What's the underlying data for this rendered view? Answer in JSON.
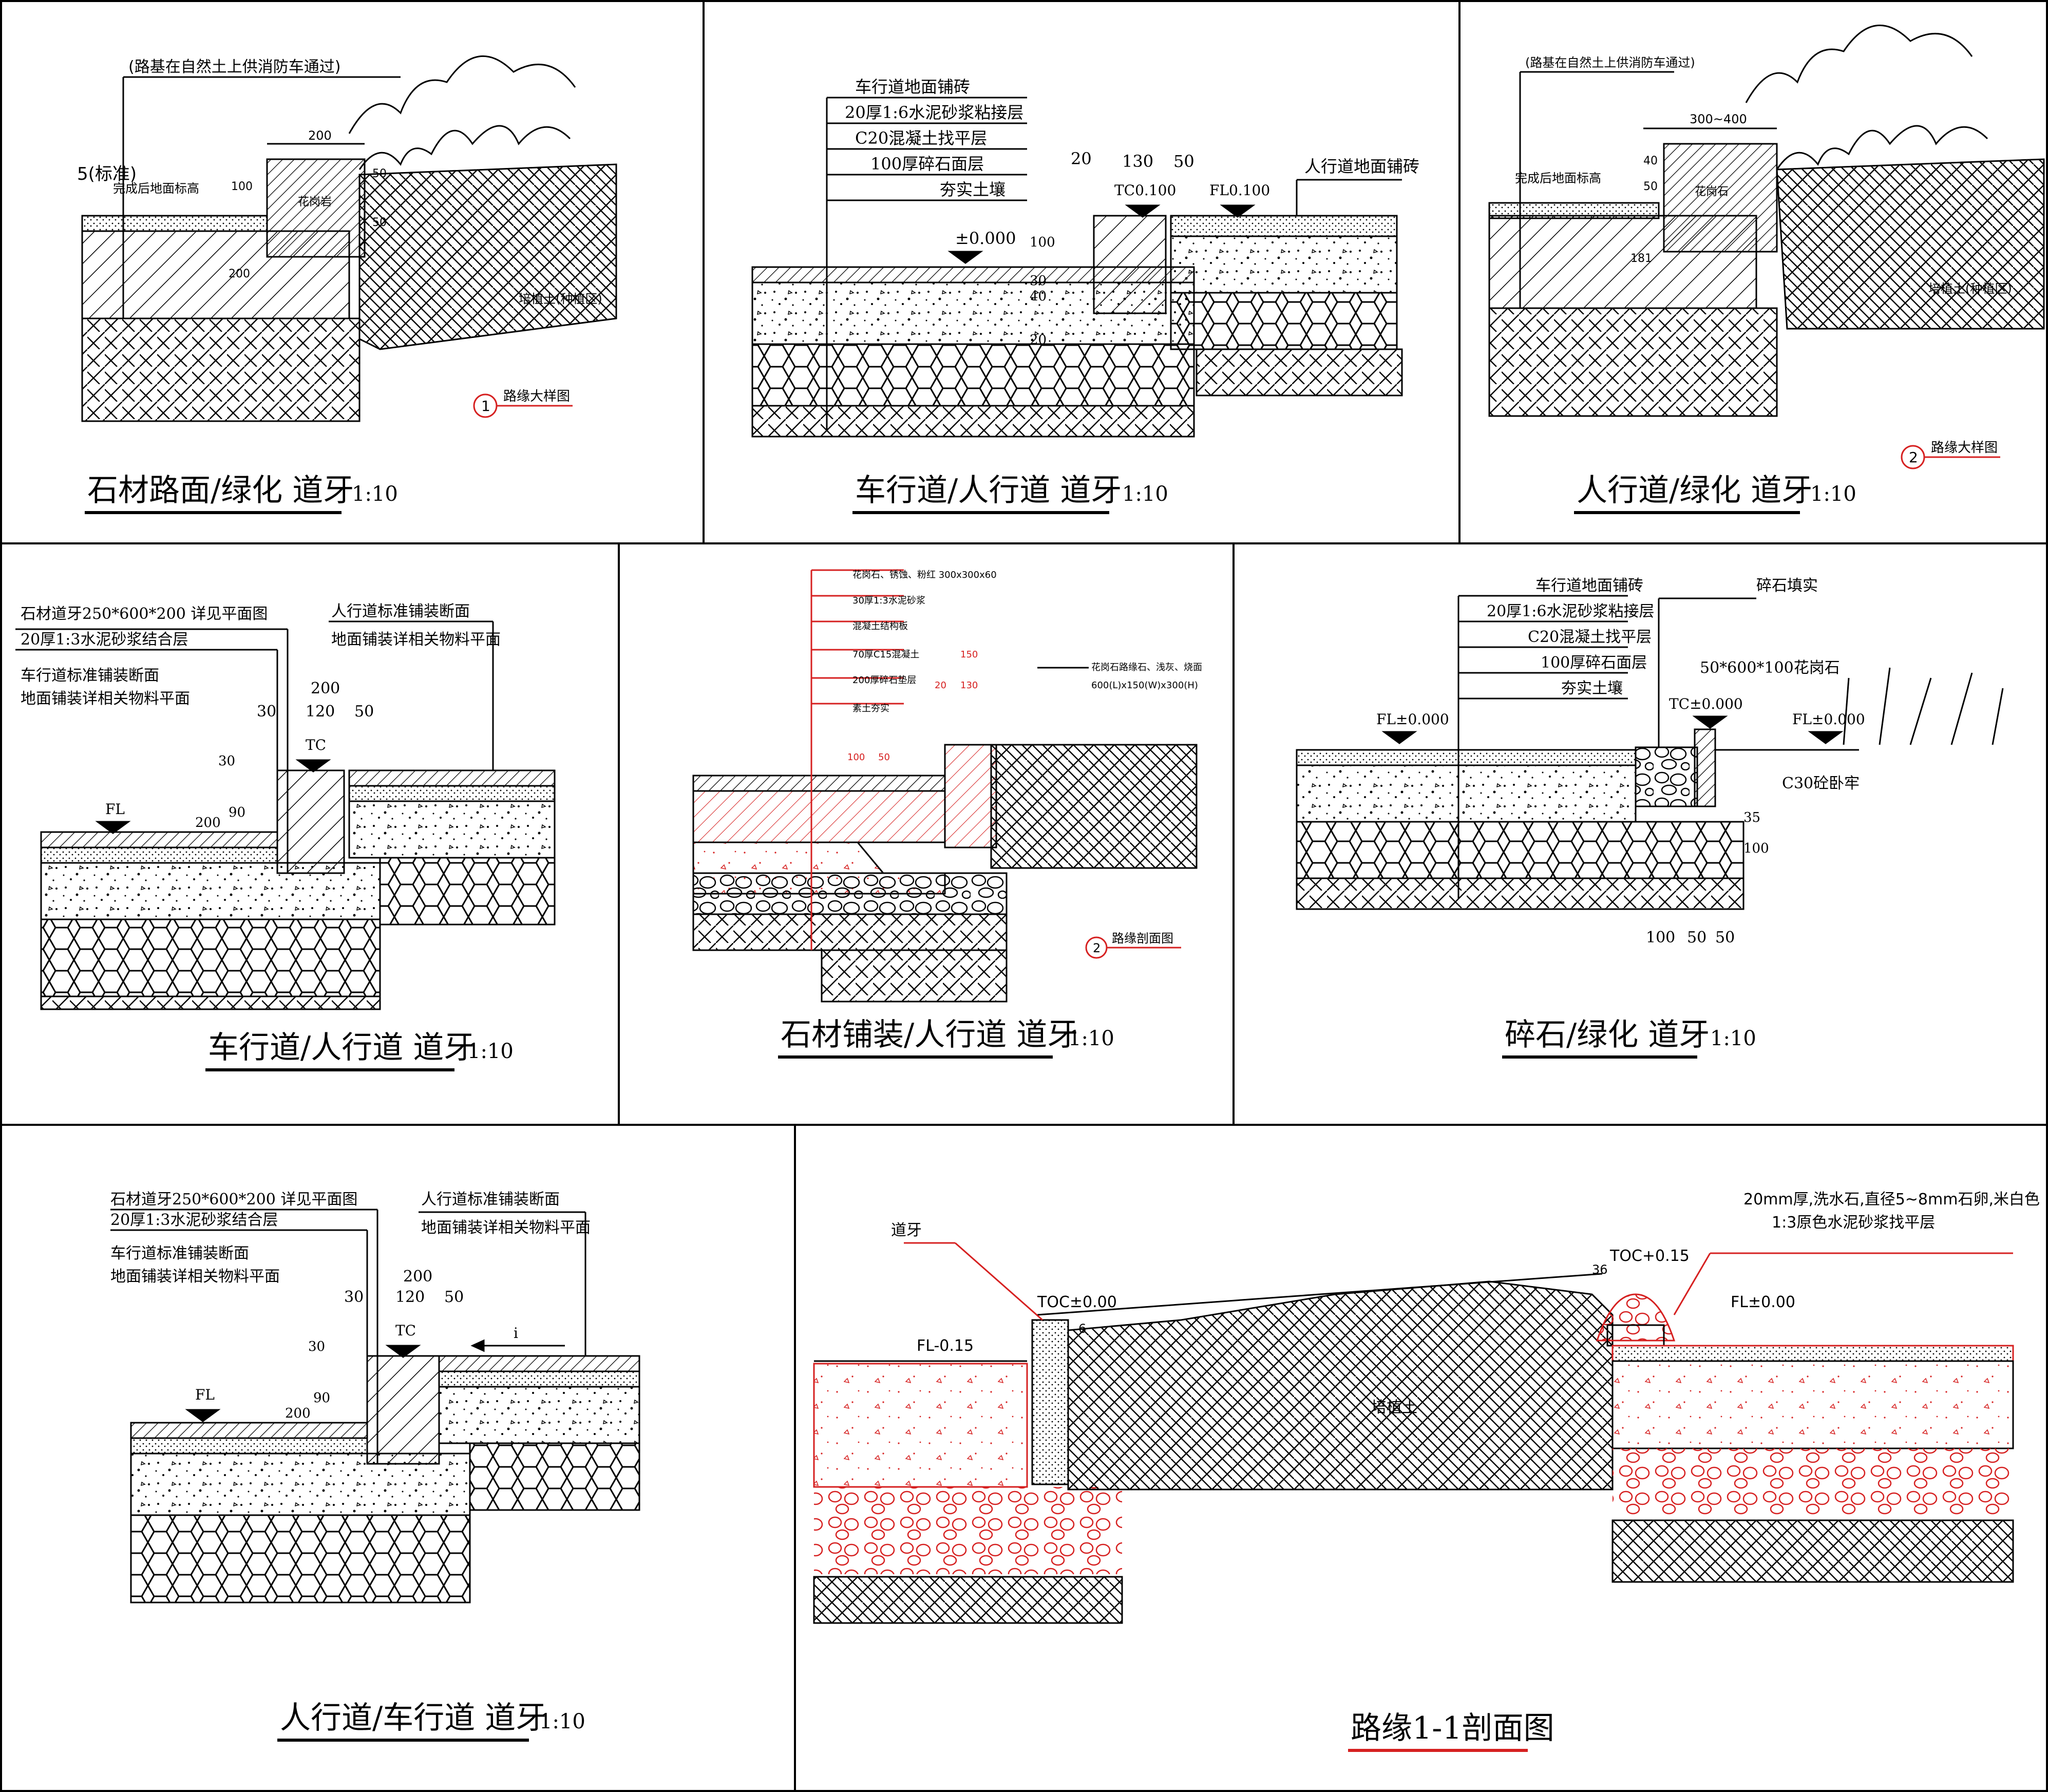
{
  "panels": [
    {
      "id": "p1",
      "title": "石材路面/绿化 道牙",
      "scale": "1:10",
      "labels": [
        "(路基在自然土上供消防车通过)",
        "5(标准)",
        "完成后地面标高",
        "200",
        "100",
        "50",
        "50",
        "200",
        "花岗岩",
        "培植土(种植区)"
      ],
      "tag_number": "1",
      "tag_text": "路缘大样图"
    },
    {
      "id": "p2",
      "title": "车行道/人行道 道牙",
      "scale": "1:10",
      "labels": [
        "车行道地面铺砖",
        "20厚1:6水泥砂浆粘接层",
        "C20混凝土找平层",
        "100厚碎石面层",
        "夯实土壤",
        "20",
        "130",
        "50",
        "TC0.100",
        "FL0.100",
        "人行道地面铺砖",
        "±0.000",
        "100",
        "40",
        "30",
        "20"
      ]
    },
    {
      "id": "p3",
      "title": "人行道/绿化 道牙",
      "scale": "1:10",
      "labels": [
        "(路基在自然土上供消防车通过)",
        "300~400",
        "完成后地面标高",
        "40",
        "50",
        "181",
        "花岗石",
        "培植土(种植区)"
      ],
      "tag_number": "2",
      "tag_text": "路缘大样图"
    },
    {
      "id": "p4",
      "title": "车行道/人行道 道牙",
      "scale": "1:10",
      "labels": [
        "石材道牙250*600*200 详见平面图",
        "20厚1:3水泥砂浆结合层",
        "车行道标准铺装断面",
        "地面铺装详相关物料平面",
        "人行道标准铺装断面",
        "地面铺装详相关物料平面",
        "200",
        "30",
        "120",
        "50",
        "TC",
        "FL",
        "30",
        "200",
        "90"
      ]
    },
    {
      "id": "p5",
      "title": "石材铺装/人行道 道牙",
      "scale": "1:10",
      "labels": [
        "花岗石、锈蚀、粉红 300x300x60",
        "30厚1:3水泥砂浆",
        "混凝土结构板",
        "70厚C15混凝土",
        "200厚碎石垫层",
        "素土夯实",
        "150",
        "20",
        "130",
        "花岗石路缘石、浅灰、烧面",
        "600(L)x150(W)x300(H)",
        "100",
        "50"
      ],
      "tag_number": "2",
      "tag_text": "路缘剖面图"
    },
    {
      "id": "p6",
      "title": "碎石/绿化 道牙",
      "scale": "1:10",
      "labels": [
        "车行道地面铺砖",
        "20厚1:6水泥砂浆粘接层",
        "C20混凝土找平层",
        "100厚碎石面层",
        "夯实土壤",
        "碎石填实",
        "50*600*100花岗石",
        "TC±0.000",
        "FL±0.000",
        "FL±0.000",
        "C30砼卧牢",
        "35",
        "100",
        "100",
        "50",
        "50"
      ]
    },
    {
      "id": "p7",
      "title": "人行道/车行道 道牙",
      "scale": "1:10",
      "labels": [
        "石材道牙250*600*200 详见平面图",
        "20厚1:3水泥砂浆结合层",
        "车行道标准铺装断面",
        "地面铺装详相关物料平面",
        "人行道标准铺装断面",
        "地面铺装详相关物料平面",
        "200",
        "30",
        "120",
        "50",
        "TC",
        "FL",
        "30",
        "200",
        "90",
        "i"
      ]
    },
    {
      "id": "p8",
      "title": "路缘1-1剖面图",
      "scale": "",
      "labels": [
        "20mm厚,洗水石,直径5~8mm石卵,米白色",
        "1:3原色水泥砂浆找平层",
        "道牙",
        "TOC±0.00",
        "TOC+0.15",
        "FL±0.00",
        "FL-0.15",
        "培植土",
        "36",
        "6"
      ]
    }
  ],
  "colors": {
    "line": "#000000",
    "accent": "#d62020",
    "background": "#ffffff"
  }
}
